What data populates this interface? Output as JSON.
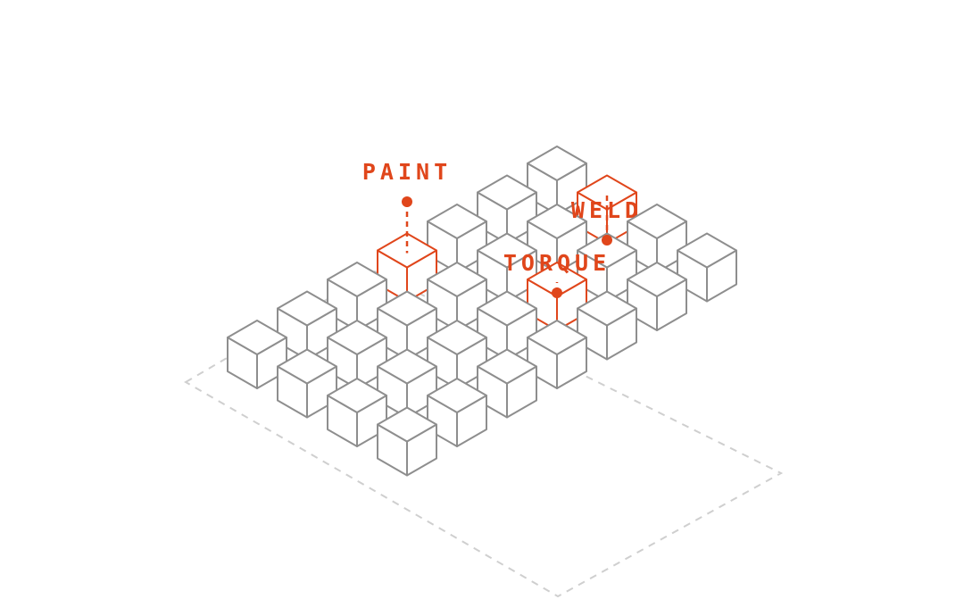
{
  "colors": {
    "background": "#ffffff",
    "cube_stroke": "#8e8e8e",
    "highlight": "#e0461b",
    "floor_dash": "#cfcfcf"
  },
  "grid": {
    "rows": 4,
    "cols": 7
  },
  "highlighted_cubes": [
    {
      "row": 0,
      "col": 3,
      "label": "PAINT"
    },
    {
      "row": 2,
      "col": 4,
      "label": "TORQUE"
    },
    {
      "row": 1,
      "col": 6,
      "label": "WELD"
    }
  ],
  "callouts": {
    "paint": {
      "label": "PAINT"
    },
    "torque": {
      "label": "TORQUE"
    },
    "weld": {
      "label": "WELD"
    }
  }
}
